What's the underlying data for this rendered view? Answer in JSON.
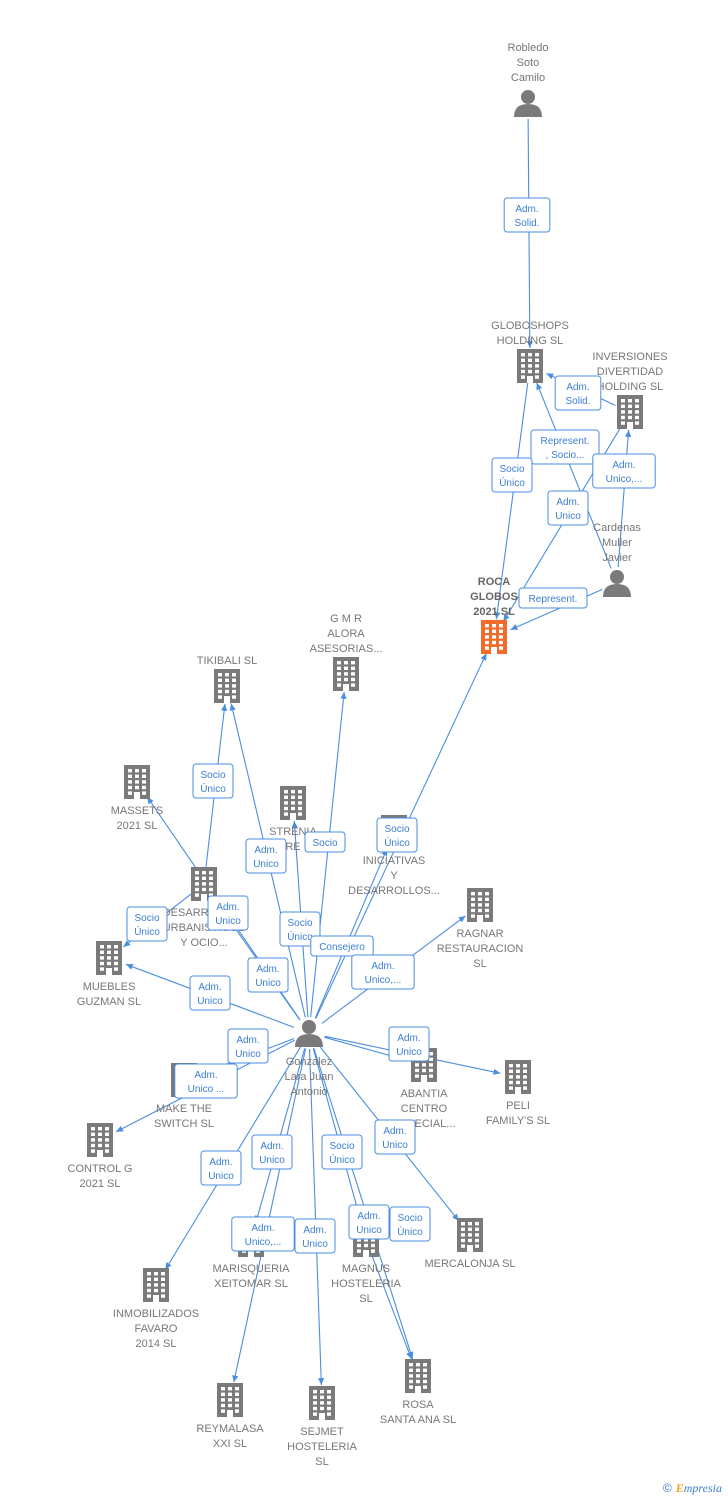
{
  "colors": {
    "edge": "#4a8ee0",
    "node": "#7a7a7a",
    "highlight": "#f26b2a",
    "label": "#777777"
  },
  "footer": {
    "copyright": "©",
    "brand_initial": "E",
    "brand_rest": "mpresia"
  },
  "nodes": [
    {
      "id": "robledo",
      "type": "person",
      "lines": [
        "Robledo",
        "Soto",
        "Camilo"
      ]
    },
    {
      "id": "globoshops",
      "type": "company",
      "lines": [
        "GLOBOSHOPS",
        "HOLDING  SL"
      ]
    },
    {
      "id": "inversiones",
      "type": "company",
      "lines": [
        "INVERSIONES",
        "DIVERTIDAD",
        "HOLDING  SL"
      ]
    },
    {
      "id": "cardenas",
      "type": "person",
      "lines": [
        "Cardenas",
        "Muller",
        "Javier"
      ]
    },
    {
      "id": "roca",
      "type": "company",
      "highlight": true,
      "lines": [
        "ROCA",
        "GLOBOS",
        "2021  SL"
      ]
    },
    {
      "id": "gmr",
      "type": "company",
      "lines": [
        "G M R",
        "ALORA",
        "ASESORIAS..."
      ]
    },
    {
      "id": "tikibali",
      "type": "company",
      "lines": [
        "TIKIBALI  SL"
      ]
    },
    {
      "id": "massets",
      "type": "company",
      "lines": [
        "MASSETS",
        "2021  SL"
      ]
    },
    {
      "id": "strenia",
      "type": "company",
      "lines": [
        "STRENIA",
        "RE"
      ]
    },
    {
      "id": "iniciativas",
      "type": "company",
      "lines": [
        "INICIATIVAS",
        "Y",
        "DESARROLLOS..."
      ]
    },
    {
      "id": "desarrollos",
      "type": "company",
      "lines": [
        "DESARROLLOS",
        "URBANISTICOS",
        "Y OCIO..."
      ]
    },
    {
      "id": "ragnar",
      "type": "company",
      "lines": [
        "RAGNAR",
        "RESTAURACION",
        "SL"
      ]
    },
    {
      "id": "muebles",
      "type": "company",
      "lines": [
        "MUEBLES",
        "GUZMAN  SL"
      ]
    },
    {
      "id": "gonzalez",
      "type": "person",
      "center": true,
      "lines": [
        "Gonzalez",
        "Lara Juan",
        "Antonio"
      ]
    },
    {
      "id": "abantia",
      "type": "company",
      "lines": [
        "ABANTIA",
        "CENTRO",
        "ESPECIAL..."
      ]
    },
    {
      "id": "peli",
      "type": "company",
      "lines": [
        "PELI",
        "FAMILY'S SL"
      ]
    },
    {
      "id": "makeswitch",
      "type": "company",
      "lines": [
        "MAKE THE",
        "SWITCH  SL"
      ]
    },
    {
      "id": "controlg",
      "type": "company",
      "lines": [
        "CONTROL G",
        "2021  SL"
      ]
    },
    {
      "id": "marisqueria",
      "type": "company",
      "lines": [
        "MARISQUERIA",
        "XEITOMAR  SL"
      ]
    },
    {
      "id": "magnus",
      "type": "company",
      "lines": [
        "MAGNUS",
        "HOSTELERIA",
        "SL"
      ]
    },
    {
      "id": "mercalonja",
      "type": "company",
      "lines": [
        "MERCALONJA SL"
      ]
    },
    {
      "id": "inmobilizados",
      "type": "company",
      "lines": [
        "INMOBILIZADOS",
        "FAVARO",
        "2014  SL"
      ]
    },
    {
      "id": "rosa",
      "type": "company",
      "lines": [
        "ROSA",
        "SANTA ANA  SL"
      ]
    },
    {
      "id": "reymalasa",
      "type": "company",
      "lines": [
        "REYMALASA",
        "XXI SL"
      ]
    },
    {
      "id": "sejmet",
      "type": "company",
      "lines": [
        "SEJMET",
        "HOSTELERIA",
        "SL"
      ]
    }
  ],
  "edges": [
    {
      "from": "robledo",
      "to": "globoshops",
      "label": [
        "Adm.",
        "Solid."
      ]
    },
    {
      "from": "inversiones",
      "to": "globoshops",
      "label": [
        "Adm.",
        "Solid."
      ]
    },
    {
      "from": "cardenas",
      "to": "globoshops",
      "label": [
        "Represent.",
        ", Socio..."
      ]
    },
    {
      "from": "cardenas",
      "to": "inversiones",
      "label": [
        "Adm.",
        "Unico,..."
      ]
    },
    {
      "from": "globoshops",
      "to": "roca",
      "label": [
        "Socio",
        "Único"
      ]
    },
    {
      "from": "inversiones",
      "to": "roca",
      "label": [
        "Adm.",
        "Unico"
      ]
    },
    {
      "from": "cardenas",
      "to": "roca",
      "label": [
        "Represent."
      ]
    },
    {
      "from": "gonzalez",
      "to": "roca",
      "label": [
        "Socio",
        "Único"
      ]
    },
    {
      "from": "gonzalez",
      "to": "gmr",
      "label": [
        "Socio"
      ]
    },
    {
      "from": "desarrollos",
      "to": "tikibali",
      "label": [
        "Socio",
        "Único"
      ]
    },
    {
      "from": "gonzalez",
      "to": "tikibali",
      "label": [
        "Adm.",
        "Unico"
      ]
    },
    {
      "from": "gonzalez",
      "to": "massets",
      "label": [
        "Adm.",
        "Unico"
      ]
    },
    {
      "from": "gonzalez",
      "to": "strenia",
      "label": [
        "Socio",
        "Único"
      ]
    },
    {
      "from": "gonzalez",
      "to": "iniciativas",
      "label": [
        "Consejero"
      ]
    },
    {
      "from": "gonzalez",
      "to": "desarrollos",
      "label": [
        "Adm.",
        "Unico"
      ]
    },
    {
      "from": "gonzalez",
      "to": "ragnar",
      "label": [
        "Adm.",
        "Unico,..."
      ]
    },
    {
      "from": "desarrollos",
      "to": "muebles",
      "label": [
        "Socio",
        "Único"
      ]
    },
    {
      "from": "gonzalez",
      "to": "muebles",
      "label": [
        "Adm.",
        "Unico"
      ]
    },
    {
      "from": "gonzalez",
      "to": "abantia",
      "label": [
        "Adm.",
        "Unico"
      ]
    },
    {
      "from": "gonzalez",
      "to": "peli",
      "label": [
        "Adm.",
        "Unico"
      ]
    },
    {
      "from": "gonzalez",
      "to": "makeswitch",
      "label": [
        "Adm.",
        "Unico ..."
      ]
    },
    {
      "from": "gonzalez",
      "to": "controlg",
      "label": [
        "Adm.",
        "Unico"
      ]
    },
    {
      "from": "gonzalez",
      "to": "marisqueria",
      "label": [
        "Adm.",
        "Unico"
      ]
    },
    {
      "from": "gonzalez",
      "to": "inmobilizados",
      "label": [
        "Adm.",
        "Unico,..."
      ]
    },
    {
      "from": "gonzalez",
      "to": "reymalasa",
      "label": [
        "Adm.",
        "Unico"
      ]
    },
    {
      "from": "gonzalez",
      "to": "sejmet",
      "label": [
        "Socio",
        "Único"
      ]
    },
    {
      "from": "gonzalez",
      "to": "magnus",
      "label": [
        "Adm.",
        "Unico"
      ]
    },
    {
      "from": "gonzalez",
      "to": "rosa",
      "label": [
        "Adm.",
        "Unico"
      ]
    },
    {
      "from": "magnus",
      "to": "rosa",
      "label": [
        "Socio",
        "Único"
      ]
    },
    {
      "from": "gonzalez",
      "to": "mercalonja",
      "label": [
        "Adm.",
        "Unico"
      ]
    }
  ]
}
